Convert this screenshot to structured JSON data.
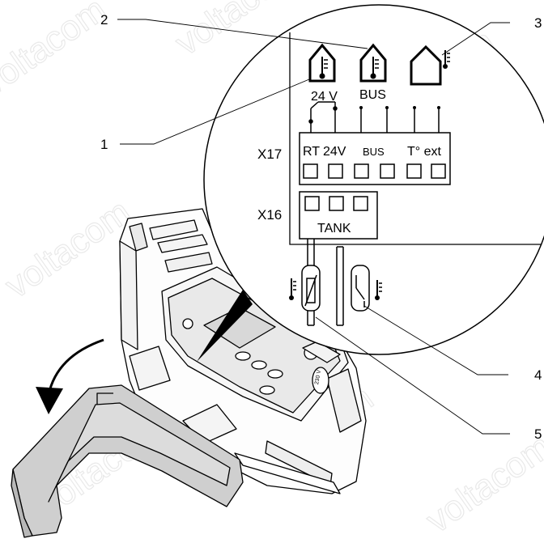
{
  "callouts": {
    "c1": "1",
    "c2": "2",
    "c3": "3",
    "c4": "4",
    "c5": "5"
  },
  "connectors": {
    "x17": "X17",
    "x16": "X16"
  },
  "terminals": {
    "rt": "RT",
    "v24": "24V",
    "bus": "BUS",
    "text": "T° ext",
    "tank": "TANK"
  },
  "thermostats": {
    "t1_label": "24 V",
    "t2_label": "BUS"
  },
  "device": {
    "rating": "230 V"
  },
  "watermark": "voltacom"
}
